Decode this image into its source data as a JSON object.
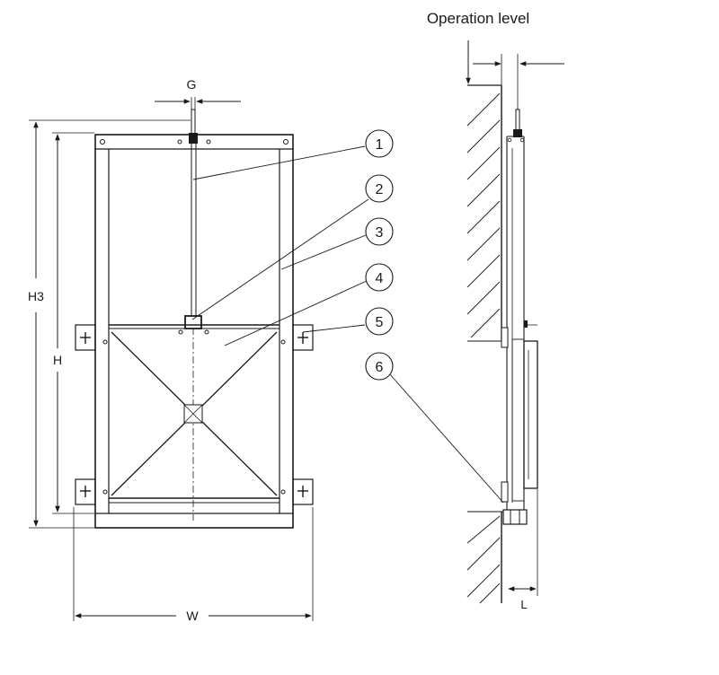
{
  "labels": {
    "operation_level": "Operation level",
    "g": "G",
    "h3": "H3",
    "h": "H",
    "w": "W",
    "l": "L"
  },
  "callouts": [
    "1",
    "2",
    "3",
    "4",
    "5",
    "6"
  ],
  "colors": {
    "line": "#1a1a1a",
    "background": "#ffffff"
  }
}
